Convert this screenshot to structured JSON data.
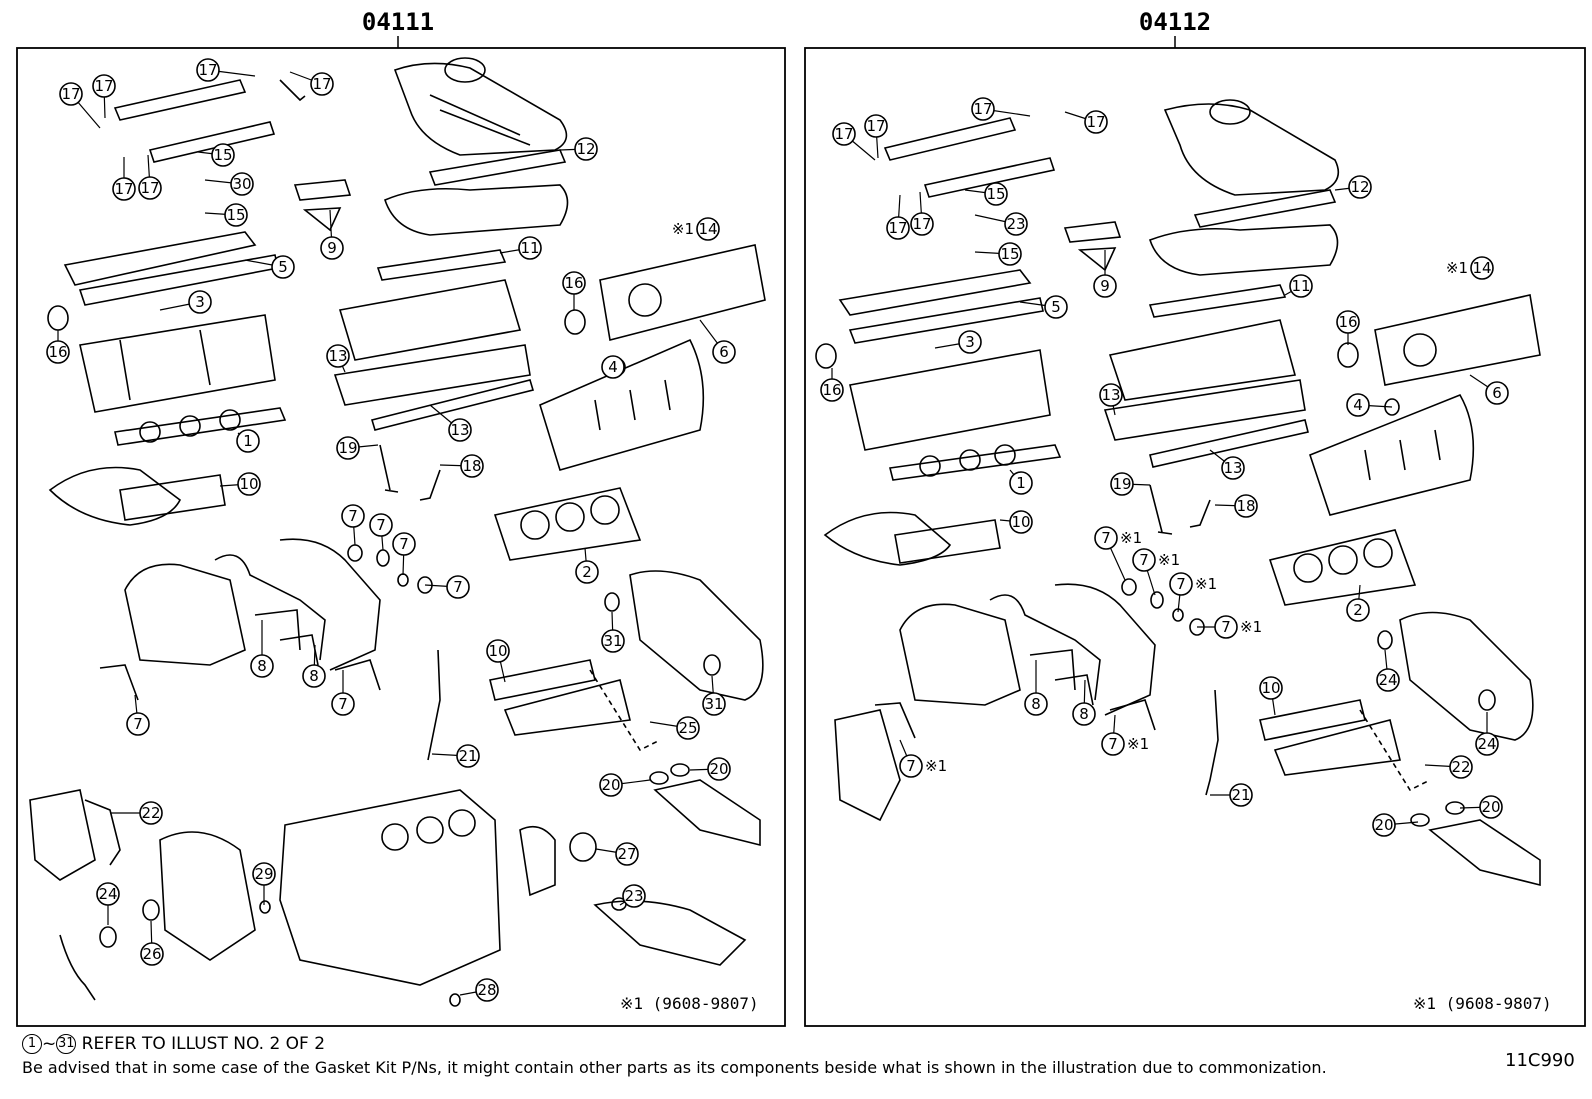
{
  "panels": {
    "left": {
      "part_number": "04111",
      "note": "※1 (9608-9807)",
      "callouts": [
        "17",
        "17",
        "17",
        "17",
        "17",
        "17",
        "15",
        "30",
        "15",
        "12",
        "9",
        "11",
        "14",
        "5",
        "3",
        "16",
        "16",
        "6",
        "13",
        "4",
        "1",
        "13",
        "19",
        "18",
        "10",
        "2",
        "7",
        "7",
        "7",
        "7",
        "31",
        "10",
        "8",
        "8",
        "7",
        "7",
        "31",
        "25",
        "21",
        "20",
        "20",
        "22",
        "27",
        "29",
        "23",
        "24",
        "26",
        "28"
      ],
      "callout_1_prefix": "※1"
    },
    "right": {
      "part_number": "04112",
      "note": "※1 (9608-9807)",
      "callouts": [
        "17",
        "17",
        "17",
        "17",
        "17",
        "17",
        "15",
        "23",
        "15",
        "12",
        "9",
        "14",
        "11",
        "5",
        "3",
        "16",
        "16",
        "6",
        "4",
        "13",
        "1",
        "13",
        "19",
        "18",
        "10",
        "7",
        "7",
        "7",
        "7",
        "2",
        "24",
        "10",
        "8",
        "8",
        "7",
        "24",
        "7",
        "22",
        "21",
        "20",
        "20"
      ],
      "suffix": "※1"
    }
  },
  "footer": {
    "refer_start": "1",
    "refer_end": "31",
    "refer_tilde": "~",
    "refer_text": "REFER TO ILLUST NO. 2 OF 2",
    "advisory": "Be advised that in some case of the Gasket Kit P/Ns,  it might contain other parts as its components beside what is shown in the illustration due to commonization.",
    "illustration_id": "11C990"
  }
}
